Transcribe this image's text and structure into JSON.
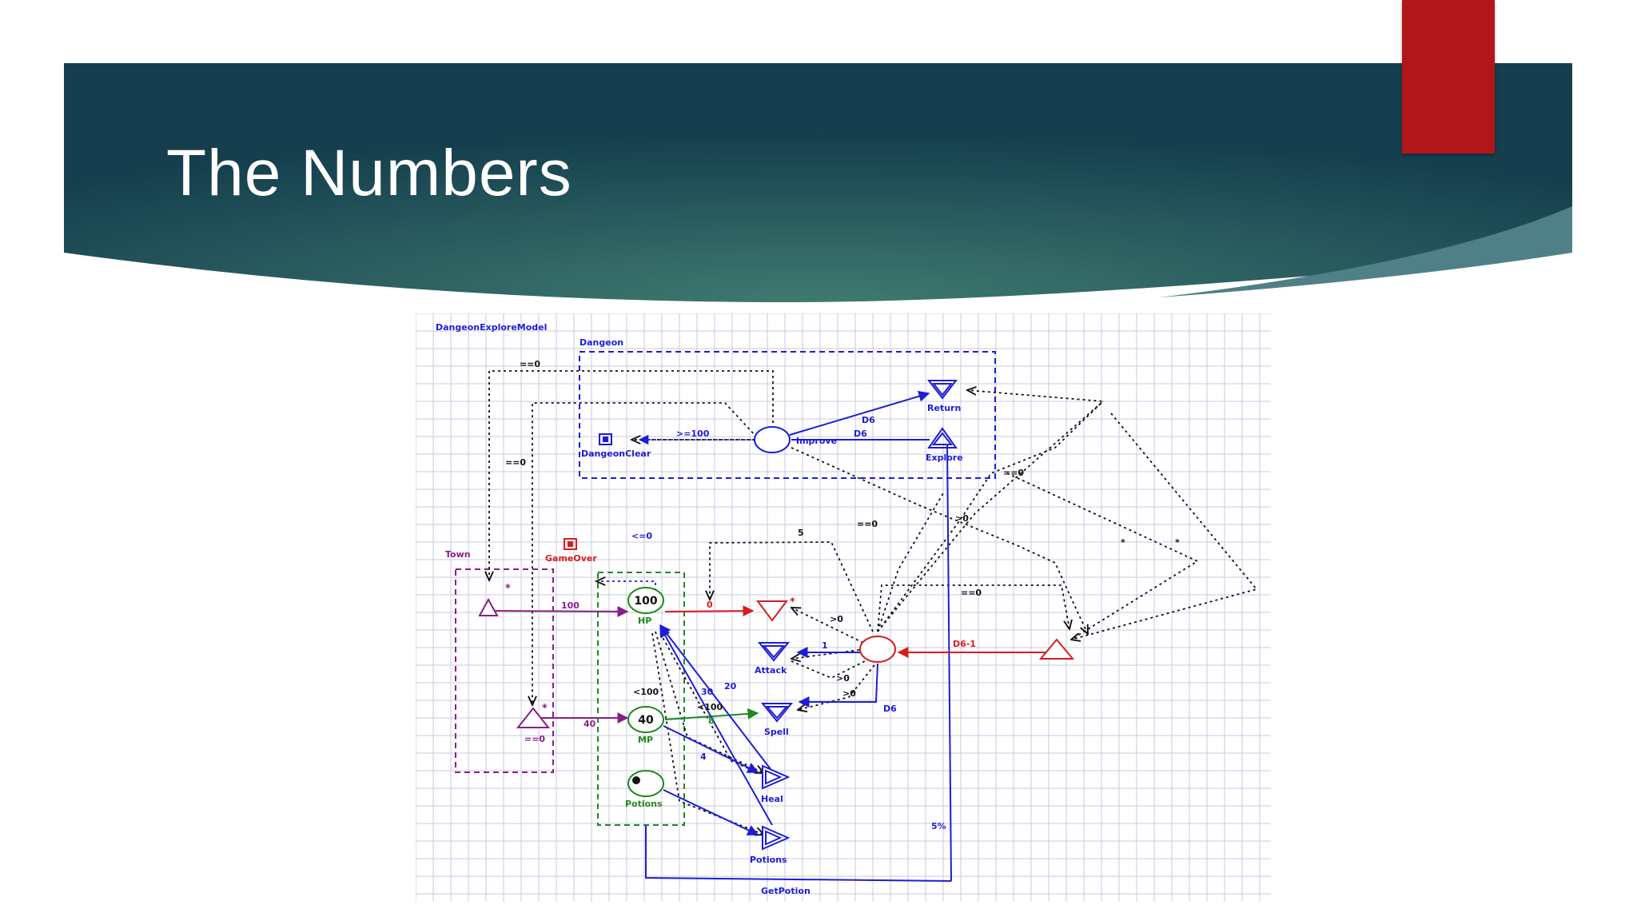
{
  "slide": {
    "title": "The Numbers",
    "colors": {
      "banner_dark": "#153f4e",
      "banner_light": "#3f7a70",
      "tab": "#b0161a",
      "title_text": "#ffffff"
    }
  },
  "diagram": {
    "model_name": "DangeonExploreModel",
    "groups": {
      "dungeon": "Dangeon",
      "town": "Town"
    },
    "nodes": {
      "dungeon_clear": "DangeonClear",
      "return": "Return",
      "explore": "Explore",
      "improve": "Improve",
      "game_over": "GameOver",
      "hp": "HP",
      "hp_value": "100",
      "mp": "MP",
      "mp_value": "40",
      "potions_pool": "Potions",
      "attack": "Attack",
      "spell": "Spell",
      "heal": "Heal",
      "potions_converter": "Potions",
      "get_potion": "GetPotion"
    },
    "edge_labels": {
      "eq0_top": "==0",
      "eq0_left": "==0",
      "ge100": ">=100",
      "d6_return": "D6",
      "d6_explore": "D6",
      "eq0_explore": "==0",
      "gt0_explore": ">0",
      "eq0_mid": "==0",
      "five": "5",
      "le0": "<=0",
      "hundred": "100",
      "zero": "0",
      "eq0_right": "==0",
      "gt0_a": ">0",
      "one": "1",
      "d6_minus_1": "D6-1",
      "gt0_b": ">0",
      "gt0_c": ">0",
      "d6_spell": "D6",
      "lt100_a": "<100",
      "lt100_b": "<100",
      "thirty": "30",
      "twenty": "20",
      "eight": "8",
      "four": "4",
      "forty": "40",
      "eq0_mp": "==0",
      "five_pct": "5%",
      "star_1": "*",
      "star_2": "*",
      "star_gameover": "*",
      "star_town1": "*",
      "star_town2": "*"
    },
    "colors": {
      "dungeon": "#1d1dd6",
      "town": "#8a1d8a",
      "stats": "#1d8a1d",
      "danger": "#d61d1d",
      "flow": "#111111",
      "grid": "#c9c9e3"
    }
  }
}
